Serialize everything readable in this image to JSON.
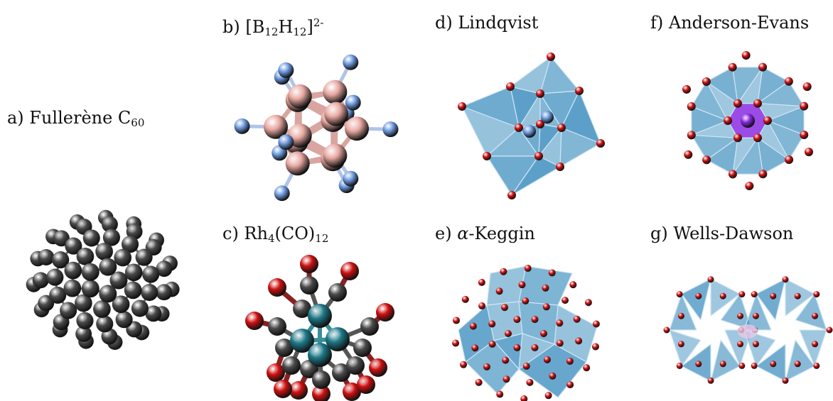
{
  "labels": {
    "a": {
      "prefix": "a) Fullerène C",
      "sub": "60"
    },
    "b": {
      "prefix": "b) [B",
      "sub1": "12",
      "mid": "H",
      "sub2": "12",
      "close": "]",
      "sup": "2-"
    },
    "c": {
      "prefix": "c) Rh",
      "sub1": "4",
      "mid": "(CO)",
      "sub2": "12"
    },
    "d": {
      "text": "d) Lindqvist"
    },
    "e": {
      "prefix": "e) ",
      "alpha": "α",
      "suffix": "-Keggin"
    },
    "f": {
      "text": "f) Anderson-Evans"
    },
    "g": {
      "text": "g) Wells-Dawson"
    }
  },
  "colors": {
    "carbon": "#4a4a4a",
    "boron": "#e8a7a0",
    "hydrogen": "#6e9be0",
    "rhodium": "#1d7a89",
    "oxygen": "#d01010",
    "polyhedron": "#3f8fbf",
    "anderson_center": "#8a2be2"
  }
}
